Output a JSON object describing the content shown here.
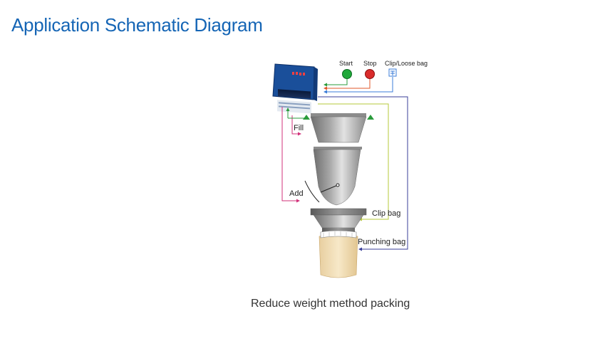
{
  "header": {
    "title": "Application Schematic Diagram"
  },
  "caption": "Reduce weight method packing",
  "controls": {
    "start_label": "Start",
    "stop_label": "Stop",
    "clip_label": "Clip/Loose bag"
  },
  "stages": {
    "fill_label": "Fill",
    "add_label": "Add",
    "clip_bag_label": "Clip bag",
    "punching_bag_label": "Punching bag"
  },
  "colors": {
    "title": "#1565b5",
    "start_button": "#1fa83a",
    "stop_button": "#d92b2b",
    "controller_body": "#1a4f9a",
    "line_start": "#2a9b3b",
    "line_stop": "#e0572a",
    "line_clip": "#3b7dd8",
    "line_fill": "#d2317a",
    "line_clip_bag": "#b5c93a",
    "line_punching": "#3a3f9a",
    "hopper_dark": "#707070",
    "hopper_light": "#d5d5d5",
    "bag": "#f3dfb8"
  }
}
